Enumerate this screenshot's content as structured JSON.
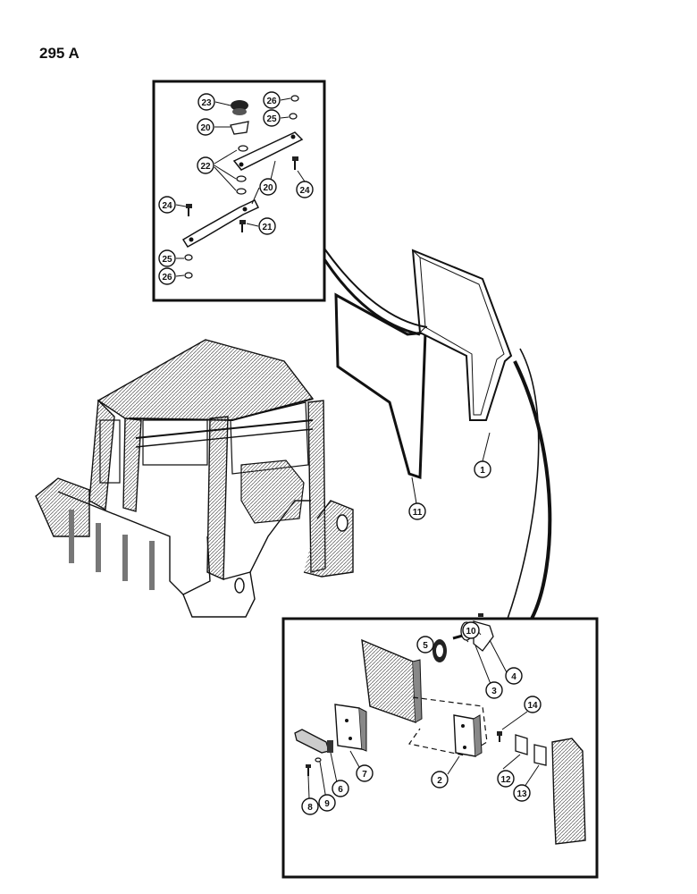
{
  "page_number": "295 A",
  "callouts": {
    "c1": "1",
    "c2": "2",
    "c3": "3",
    "c4": "4",
    "c5": "5",
    "c6": "6",
    "c7": "7",
    "c8": "8",
    "c9": "9",
    "c10": "10",
    "c11": "11",
    "c12": "12",
    "c13": "13",
    "c14": "14",
    "c20a": "20",
    "c20b": "20",
    "c21": "21",
    "c22": "22",
    "c23": "23",
    "c24a": "24",
    "c24b": "24",
    "c25a": "25",
    "c25b": "25",
    "c26a": "26",
    "c26b": "26"
  }
}
